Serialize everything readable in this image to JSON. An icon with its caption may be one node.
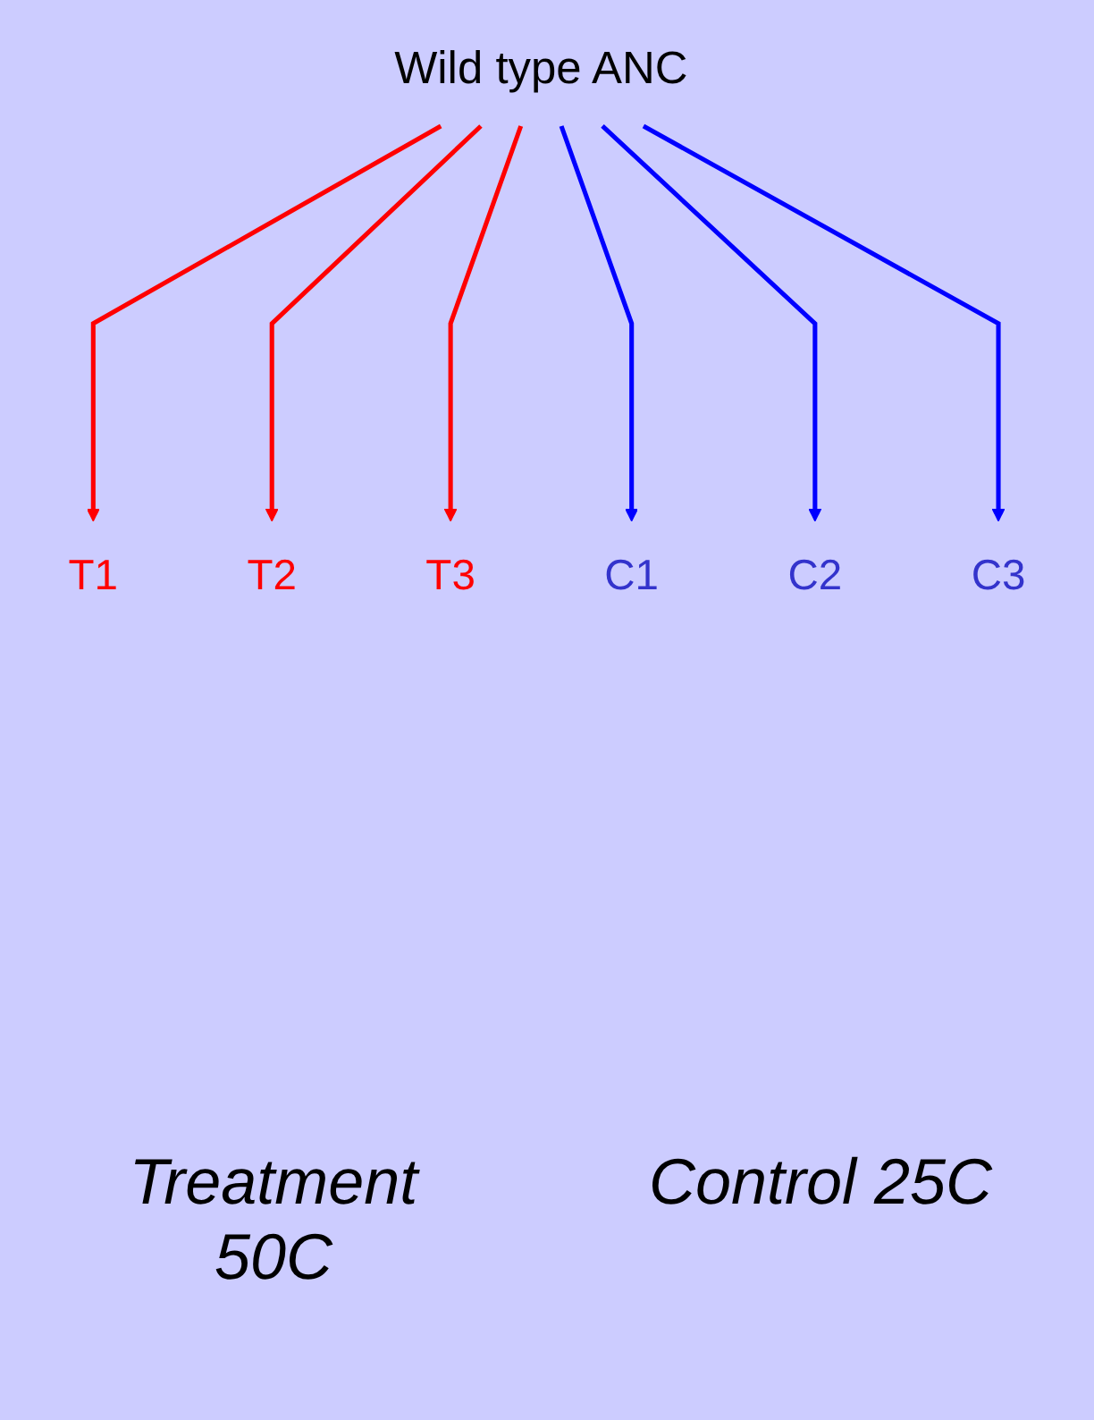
{
  "diagram": {
    "nodes": [
      {
        "text": [
          "Wild type ANC"
        ]
      },
      {
        "text": [
          "T1"
        ]
      },
      {
        "text": [
          "T2"
        ]
      },
      {
        "text": [
          "T3"
        ]
      },
      {
        "text": [
          "C1"
        ]
      },
      {
        "text": [
          "C2"
        ]
      },
      {
        "text": [
          "C3"
        ]
      }
    ],
    "edges": [
      {
        "from": 0,
        "to": 1,
        "arrow": "to",
        "color": "#ff0000"
      },
      {
        "from": 0,
        "to": 2,
        "arrow": "to",
        "color": "#ff0000"
      },
      {
        "from": 0,
        "to": 3,
        "arrow": "to",
        "color": "#ff0000"
      },
      {
        "from": 0,
        "to": 4,
        "arrow": "to",
        "color": "#0000ff"
      },
      {
        "from": 0,
        "to": 5,
        "arrow": "to",
        "color": "#0000ff"
      },
      {
        "from": 0,
        "to": 6,
        "arrow": "to",
        "color": "#0000ff"
      }
    ],
    "labels": [
      "Treatment 50C",
      "Control 25C"
    ]
  }
}
